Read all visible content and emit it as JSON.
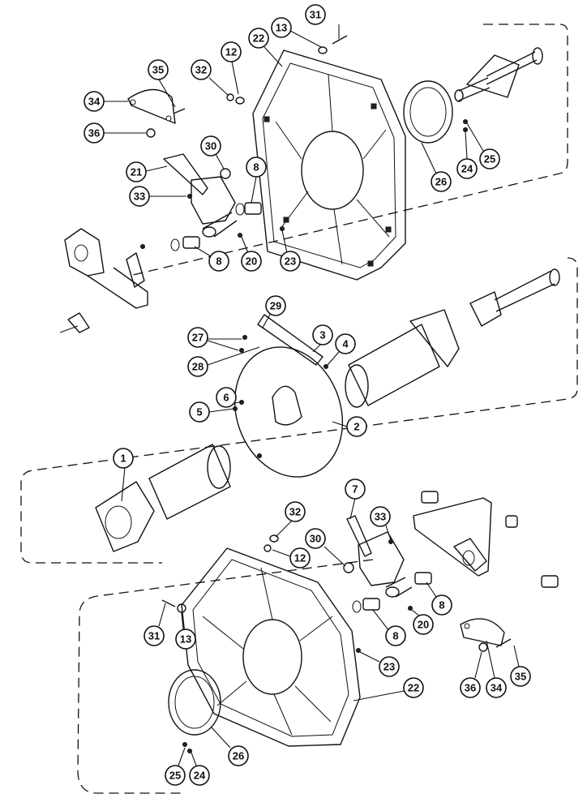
{
  "callouts": [
    {
      "label": "31"
    },
    {
      "label": "13"
    },
    {
      "label": "35"
    },
    {
      "label": "32"
    },
    {
      "label": "12"
    },
    {
      "label": "22"
    },
    {
      "label": "34"
    },
    {
      "label": "36"
    },
    {
      "label": "30"
    },
    {
      "label": "21"
    },
    {
      "label": "8"
    },
    {
      "label": "33"
    },
    {
      "label": "26"
    },
    {
      "label": "24"
    },
    {
      "label": "25"
    },
    {
      "label": "8"
    },
    {
      "label": "20"
    },
    {
      "label": "23"
    },
    {
      "label": "29"
    },
    {
      "label": "27"
    },
    {
      "label": "3"
    },
    {
      "label": "4"
    },
    {
      "label": "28"
    },
    {
      "label": "6"
    },
    {
      "label": "5"
    },
    {
      "label": "2"
    },
    {
      "label": "1"
    },
    {
      "label": "7"
    },
    {
      "label": "32"
    },
    {
      "label": "33"
    },
    {
      "label": "30"
    },
    {
      "label": "12"
    },
    {
      "label": "8"
    },
    {
      "label": "31"
    },
    {
      "label": "13"
    },
    {
      "label": "8"
    },
    {
      "label": "20"
    },
    {
      "label": "23"
    },
    {
      "label": "22"
    },
    {
      "label": "36"
    },
    {
      "label": "34"
    },
    {
      "label": "35"
    },
    {
      "label": "26"
    },
    {
      "label": "25"
    },
    {
      "label": "24"
    }
  ]
}
